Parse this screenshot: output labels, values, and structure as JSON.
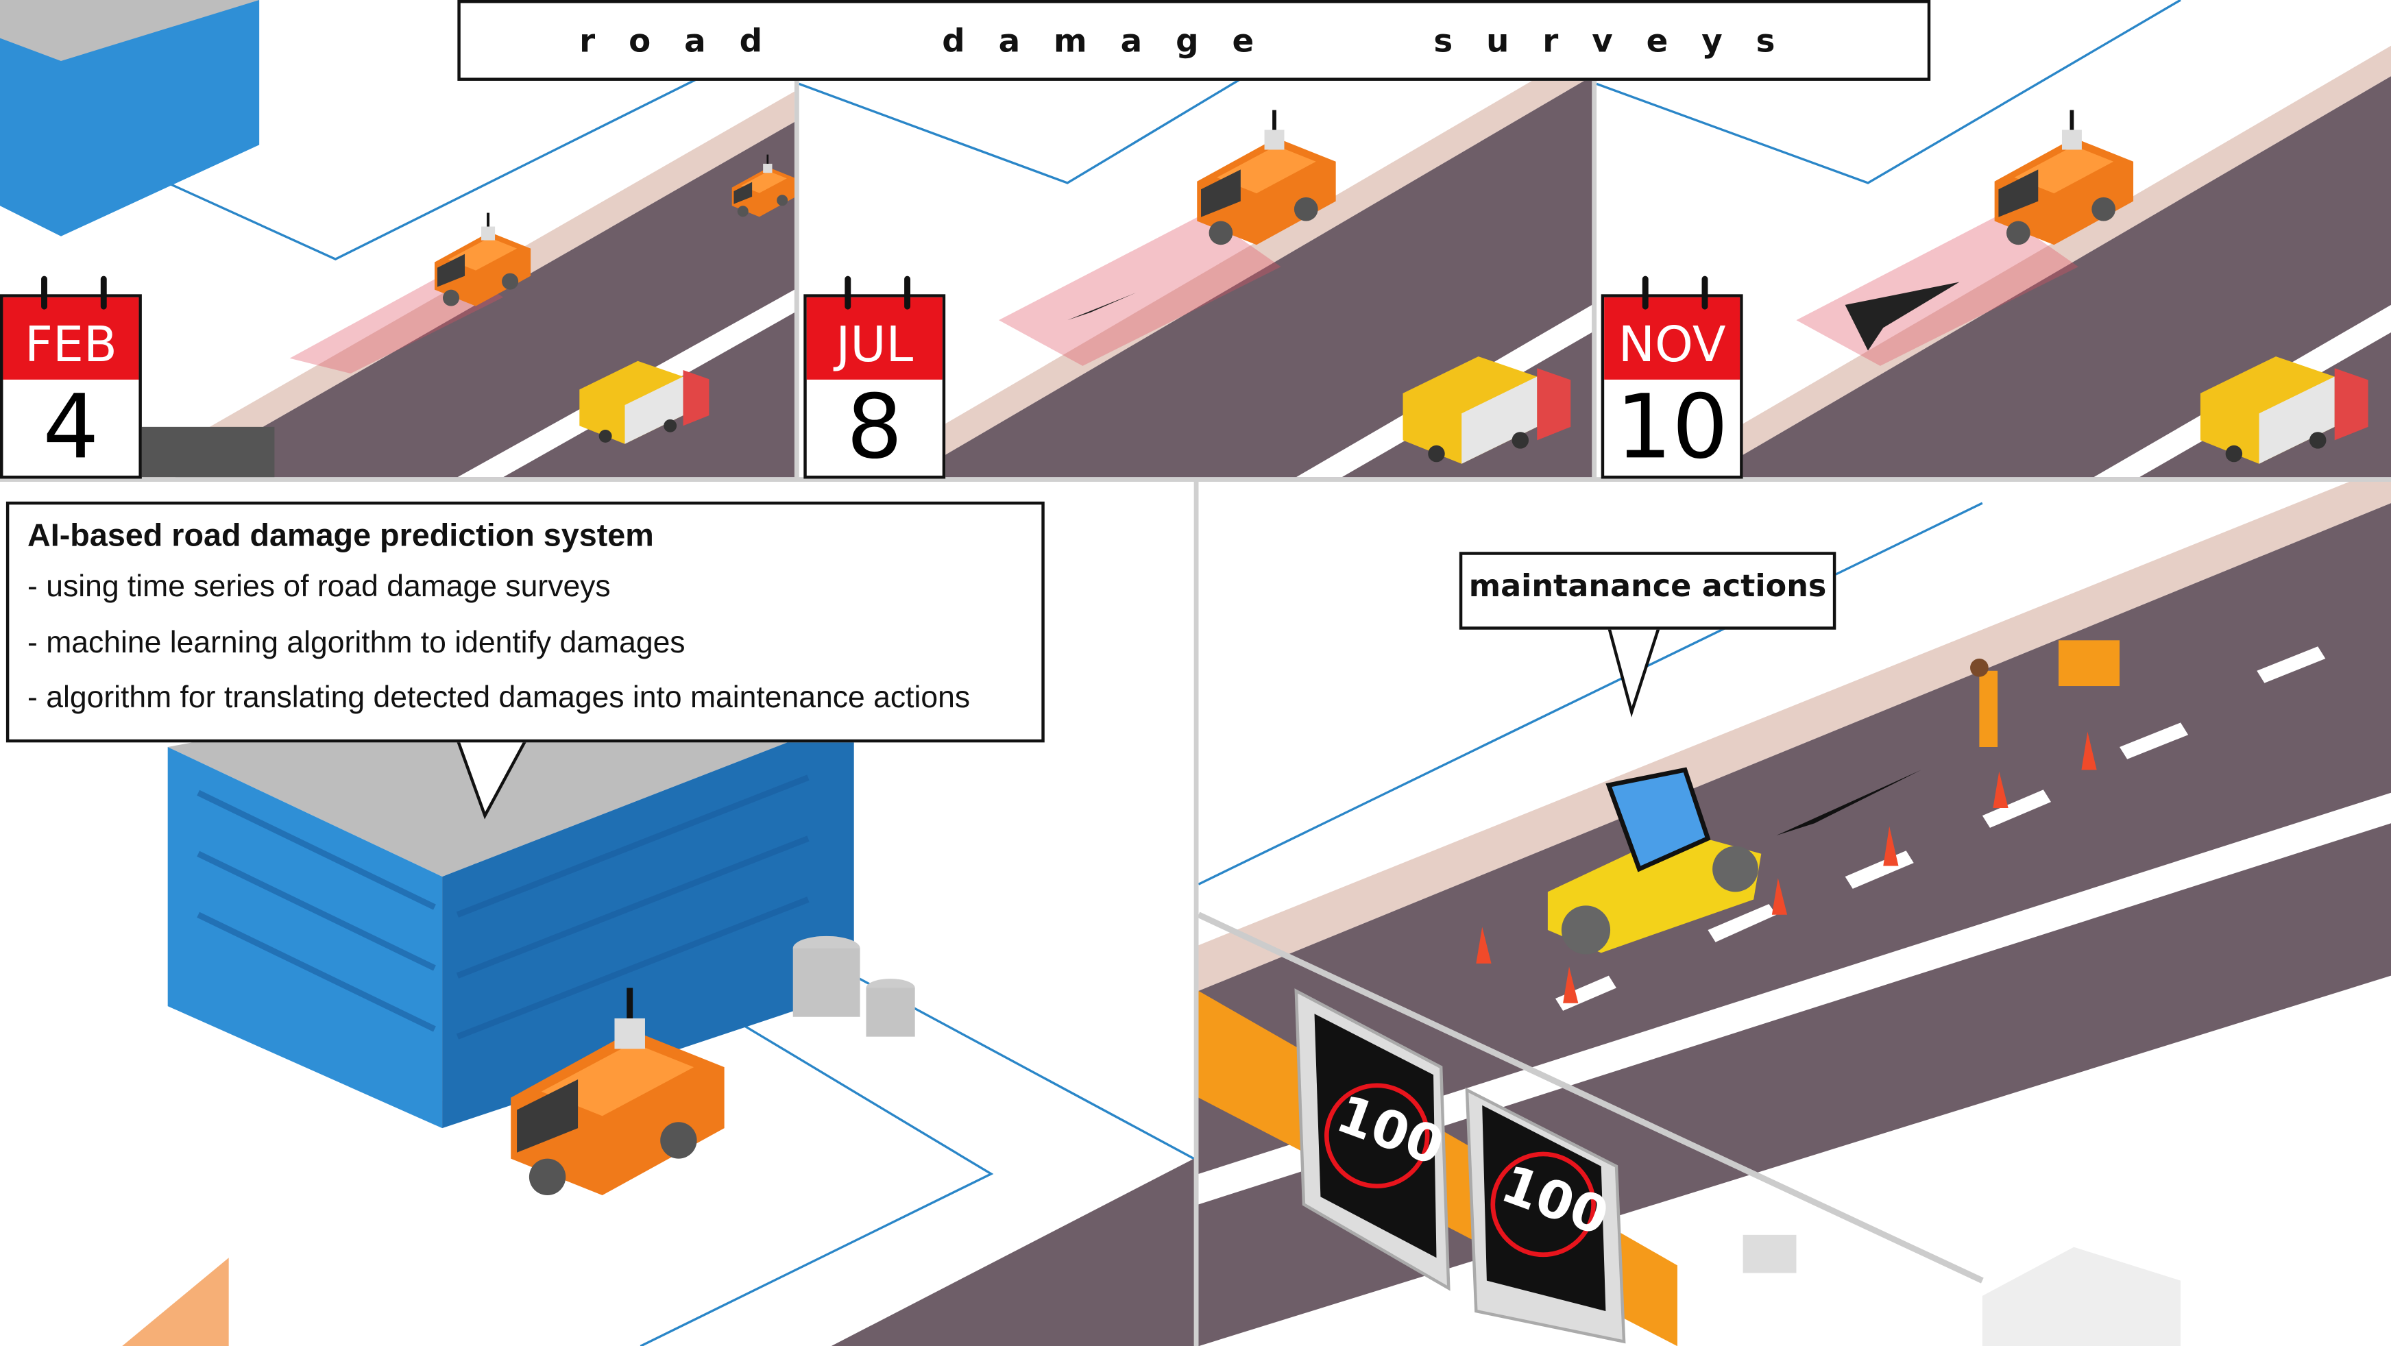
{
  "title": {
    "words": [
      "road",
      "damage",
      "surveys"
    ]
  },
  "surveys": [
    {
      "month": "FEB",
      "day": "4"
    },
    {
      "month": "JUL",
      "day": "8"
    },
    {
      "month": "NOV",
      "day": "10"
    }
  ],
  "system_callout": {
    "heading": "AI-based road damage prediction system",
    "bullets": [
      "- using time series of road damage surveys",
      "- machine learning algorithm to identify damages",
      "- algorithm for translating detected damages into maintenance actions"
    ]
  },
  "maintenance_callout": {
    "label": "maintanance actions"
  },
  "speed_signs": [
    "100",
    "100"
  ],
  "colors": {
    "calendar_red": "#e8141c",
    "road": "#6e5e68",
    "building_blue": "#2f8fd6",
    "car_orange": "#f07a1a",
    "line_blue": "#2a86c8"
  }
}
